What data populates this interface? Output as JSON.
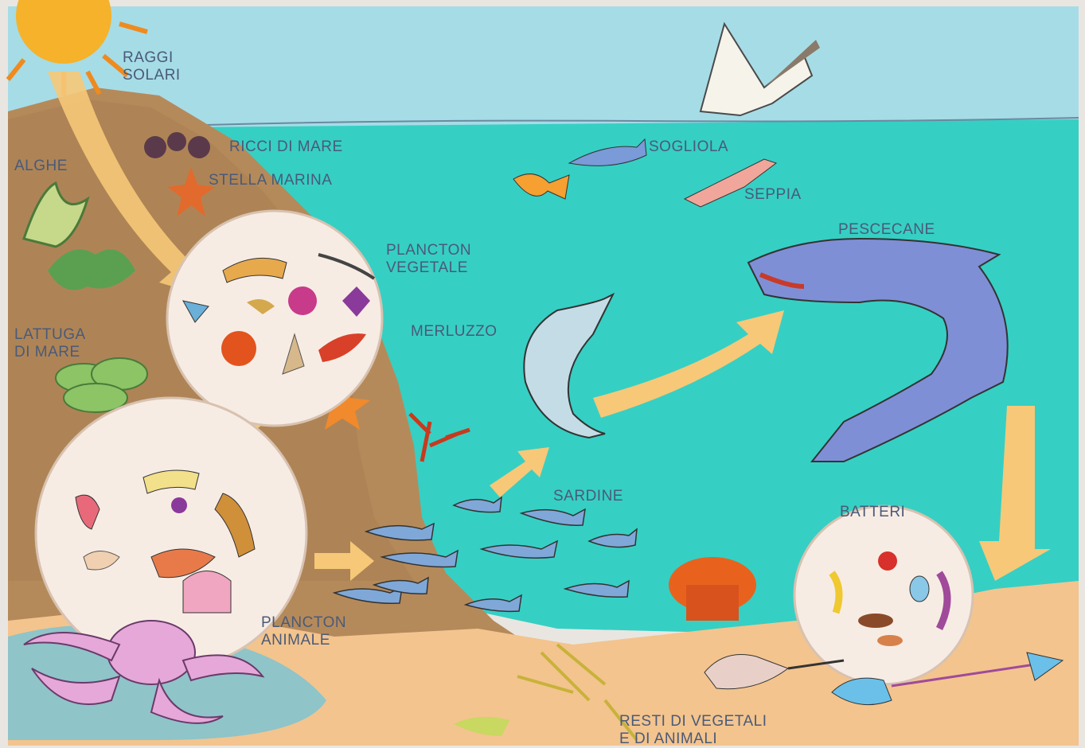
{
  "diagram": {
    "labels": {
      "sun_rays": [
        "RAGGI",
        "SOLARI"
      ],
      "sea_urchins": "RICCI DI MARE",
      "algae": "ALGHE",
      "starfish": "STELLA MARINA",
      "sole": "SOGLIOLA",
      "cuttlefish": "SEPPIA",
      "shark": "PESCECANE",
      "plant_plankton": [
        "PLANCTON",
        "VEGETALE"
      ],
      "cod": "MERLUZZO",
      "sea_lettuce": [
        "LATTUGA",
        "DI MARE"
      ],
      "sardines": "SARDINE",
      "bacteria": "BATTERI",
      "animal_plankton": [
        "PLANCTON",
        "ANIMALE"
      ],
      "remains": [
        "RESTI DI VEGETALI",
        "E DI ANIMALI"
      ]
    },
    "colors": {
      "sky": "#a6dce6",
      "sea": "#36cfc4",
      "rock": "#b58a5a",
      "sand": "#f3c48e",
      "arrow": "#f6c878",
      "label_text": "#4a5a78",
      "shark": "#7f8fd6",
      "circle": "#f7ece4"
    }
  }
}
